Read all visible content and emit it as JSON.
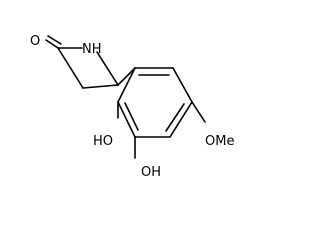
{
  "molecule": {
    "atoms": {
      "carbonyl_oxygen": "O",
      "ring_nitrogen": "NH",
      "hydroxyl_2": "HO",
      "hydroxyl_3": "OH",
      "methoxy": "OMe"
    }
  }
}
